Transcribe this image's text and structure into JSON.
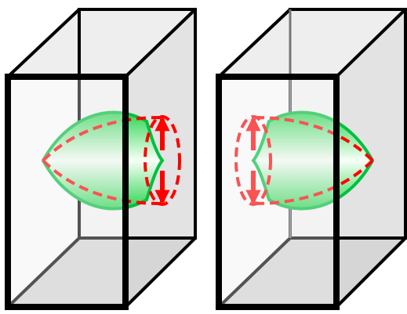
{
  "figure": {
    "panels": [
      {
        "id": "left",
        "orientation": "bulge-left",
        "arrows": "vertical-double"
      },
      {
        "id": "right",
        "orientation": "bulge-right",
        "arrows": "vertical-double"
      }
    ],
    "colors": {
      "frame_stroke": "#000000",
      "front_face": "#efefef",
      "back_face": "#f6f6f6",
      "side_face": "#e3e3e3",
      "top_face": "#eeeeee",
      "bottom_face": "#d6d6d6",
      "lens_edge": "#00c040",
      "lens_green": "#2bd64f",
      "lens_highlight": "#f8fff8",
      "dashed_outline": "#ff0000",
      "arrow": "#ff0000"
    }
  }
}
